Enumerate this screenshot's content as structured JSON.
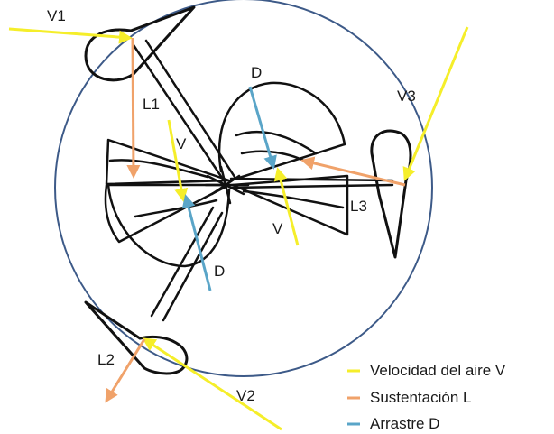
{
  "colors": {
    "velocity": "#f5ee2a",
    "lift": "#f0a26a",
    "drag": "#5aa5c8",
    "circle": "#3d5a88",
    "ink": "#111111"
  },
  "labels": {
    "v1": "V1",
    "v2": "V2",
    "v3": "V3",
    "l1": "L1",
    "l2": "L2",
    "l3": "L3",
    "d_top": "D",
    "d_bottom": "D",
    "v_left": "V",
    "v_right": "V"
  },
  "legend": [
    {
      "label": "Velocidad del aire V",
      "color": "#f5ee2a"
    },
    {
      "label": "Sustentación L",
      "color": "#f0a26a"
    },
    {
      "label": "Arrastre D",
      "color": "#5aa5c8"
    }
  ]
}
